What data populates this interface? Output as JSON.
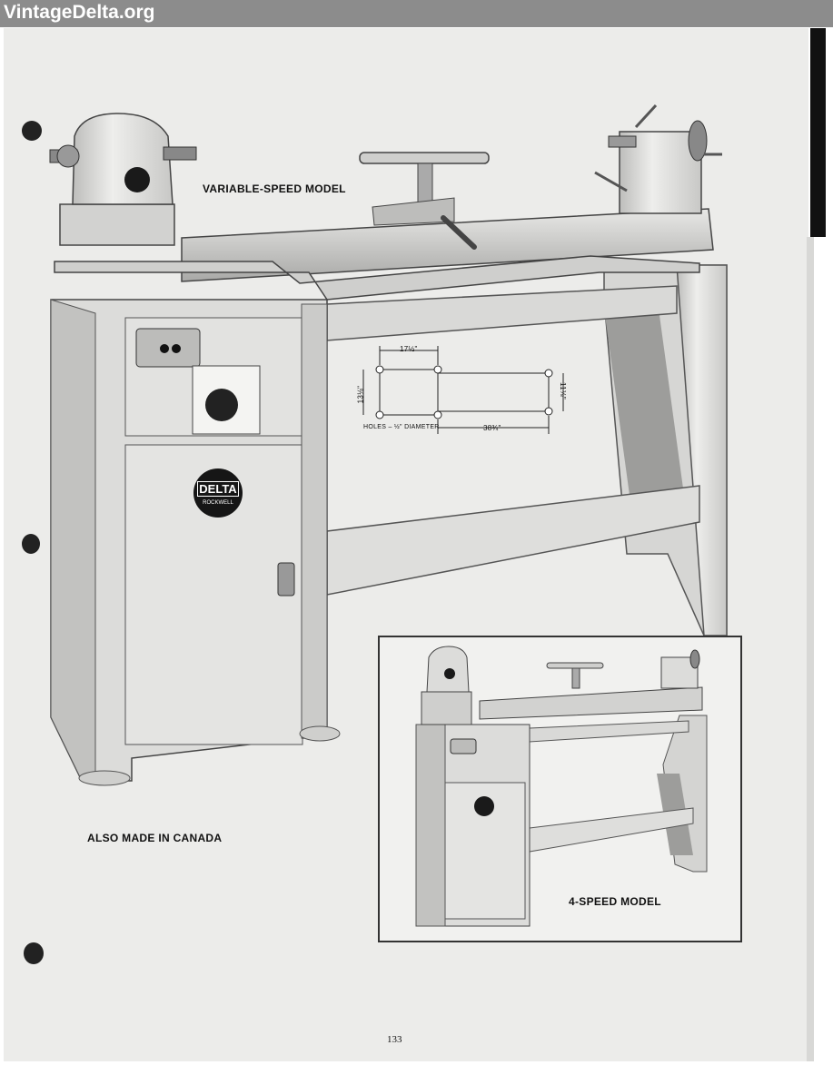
{
  "banner": {
    "site": "VintageDelta.org"
  },
  "labels": {
    "main_model": "VARIABLE-SPEED MODEL",
    "canada": "ALSO MADE IN CANADA",
    "inset_model": "4-SPEED MODEL"
  },
  "diagram": {
    "width_top": "17½\"",
    "height_left": "13⅛\"",
    "height_right": "11⅛\"",
    "holes": "HOLES – ½\" DIAMETER",
    "width_bottom": "38¾\""
  },
  "badges": {
    "logo": "DELTA",
    "logo_sub": "ROCKWELL"
  },
  "page_number": "133",
  "colors": {
    "banner": "#8c8c8c",
    "paper": "#ececea",
    "metal": "#d4d4d2"
  }
}
